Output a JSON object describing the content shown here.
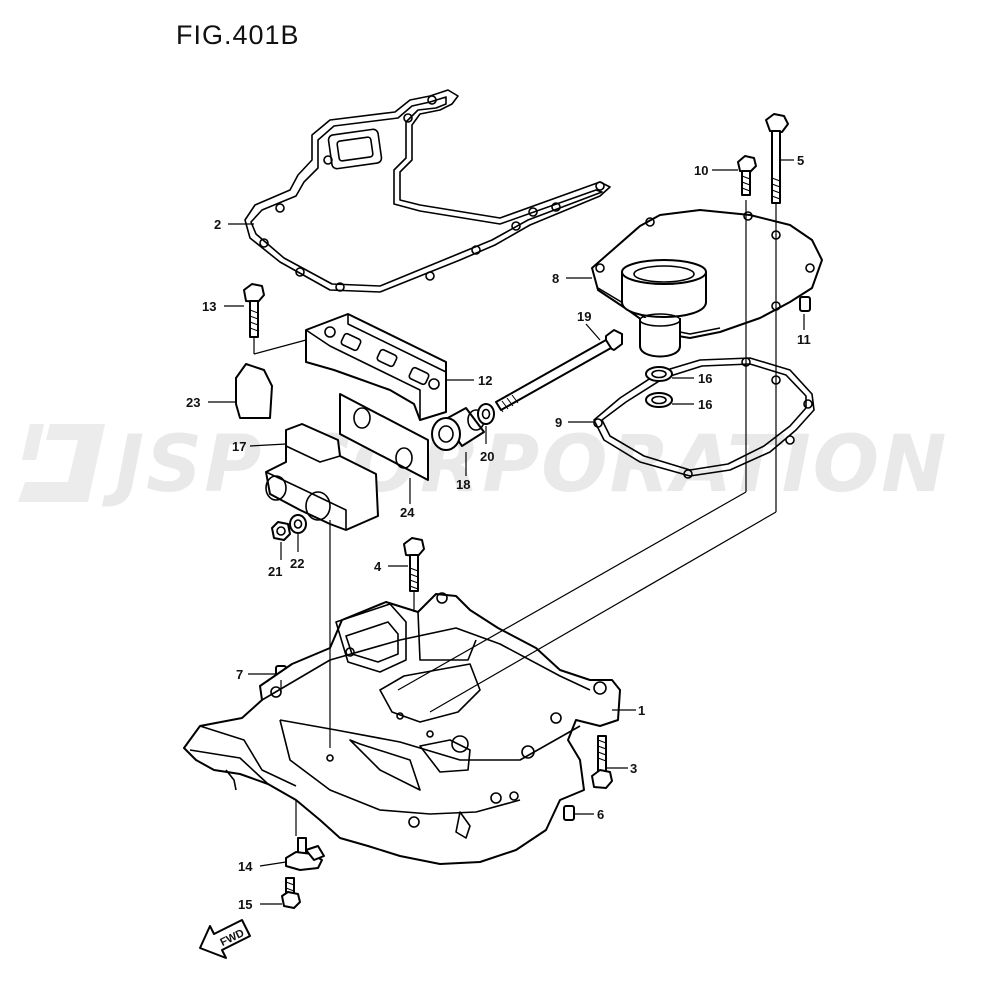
{
  "figure": {
    "title": "FIG.401B"
  },
  "watermark": {
    "text": "JSP CORPORATION"
  },
  "direction": {
    "label": "FWD"
  },
  "callouts": [
    {
      "id": "1",
      "label": "1"
    },
    {
      "id": "2",
      "label": "2"
    },
    {
      "id": "3",
      "label": "3"
    },
    {
      "id": "4",
      "label": "4"
    },
    {
      "id": "5",
      "label": "5"
    },
    {
      "id": "6",
      "label": "6"
    },
    {
      "id": "7",
      "label": "7"
    },
    {
      "id": "8",
      "label": "8"
    },
    {
      "id": "9",
      "label": "9"
    },
    {
      "id": "10",
      "label": "10"
    },
    {
      "id": "11",
      "label": "11"
    },
    {
      "id": "12",
      "label": "12"
    },
    {
      "id": "13",
      "label": "13"
    },
    {
      "id": "14",
      "label": "14"
    },
    {
      "id": "15",
      "label": "15"
    },
    {
      "id": "16a",
      "label": "16"
    },
    {
      "id": "16b",
      "label": "16"
    },
    {
      "id": "17",
      "label": "17"
    },
    {
      "id": "18",
      "label": "18"
    },
    {
      "id": "19",
      "label": "19"
    },
    {
      "id": "20",
      "label": "20"
    },
    {
      "id": "21",
      "label": "21"
    },
    {
      "id": "22",
      "label": "22"
    },
    {
      "id": "23",
      "label": "23"
    },
    {
      "id": "24",
      "label": "24"
    }
  ],
  "colors": {
    "line": "#000000",
    "background": "#ffffff",
    "watermark": "#e9e9e9"
  }
}
